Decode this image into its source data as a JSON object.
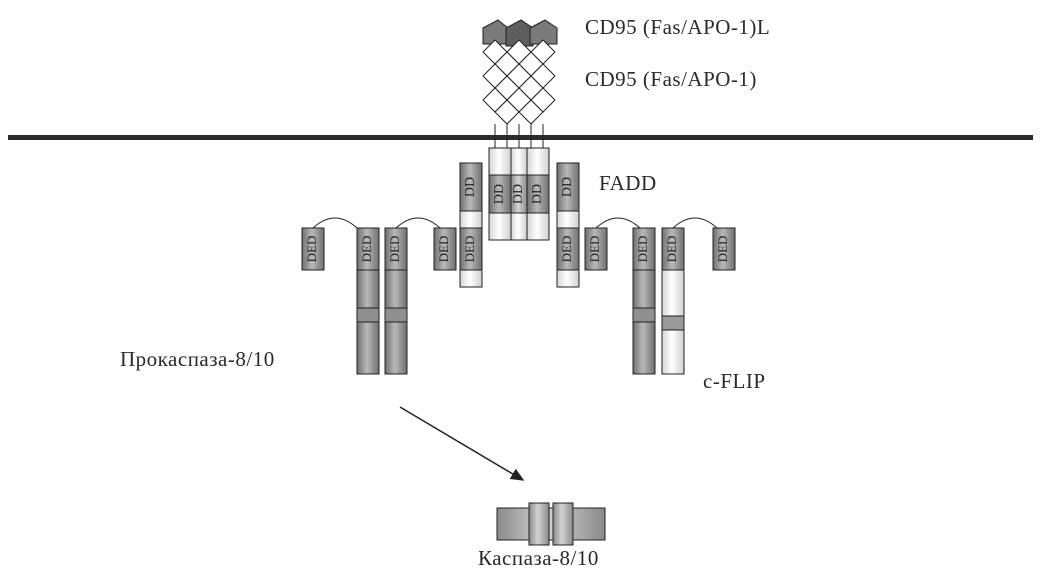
{
  "labels": {
    "ligand": "CD95 (Fas/APO-1)L",
    "receptor": "CD95 (Fas/APO-1)",
    "fadd": "FADD",
    "procaspase": "Прокаспаза-8/10",
    "cflip": "c-FLIP",
    "caspase": "Каспаза-8/10"
  },
  "domains": {
    "dd": "DD",
    "ded": "DED"
  },
  "colors": {
    "membrane": "#2b2b2b",
    "dark_gray": "#8c8c8c",
    "mid_gray": "#b5b5b5",
    "light": "#efefef",
    "ink": "#222222"
  }
}
